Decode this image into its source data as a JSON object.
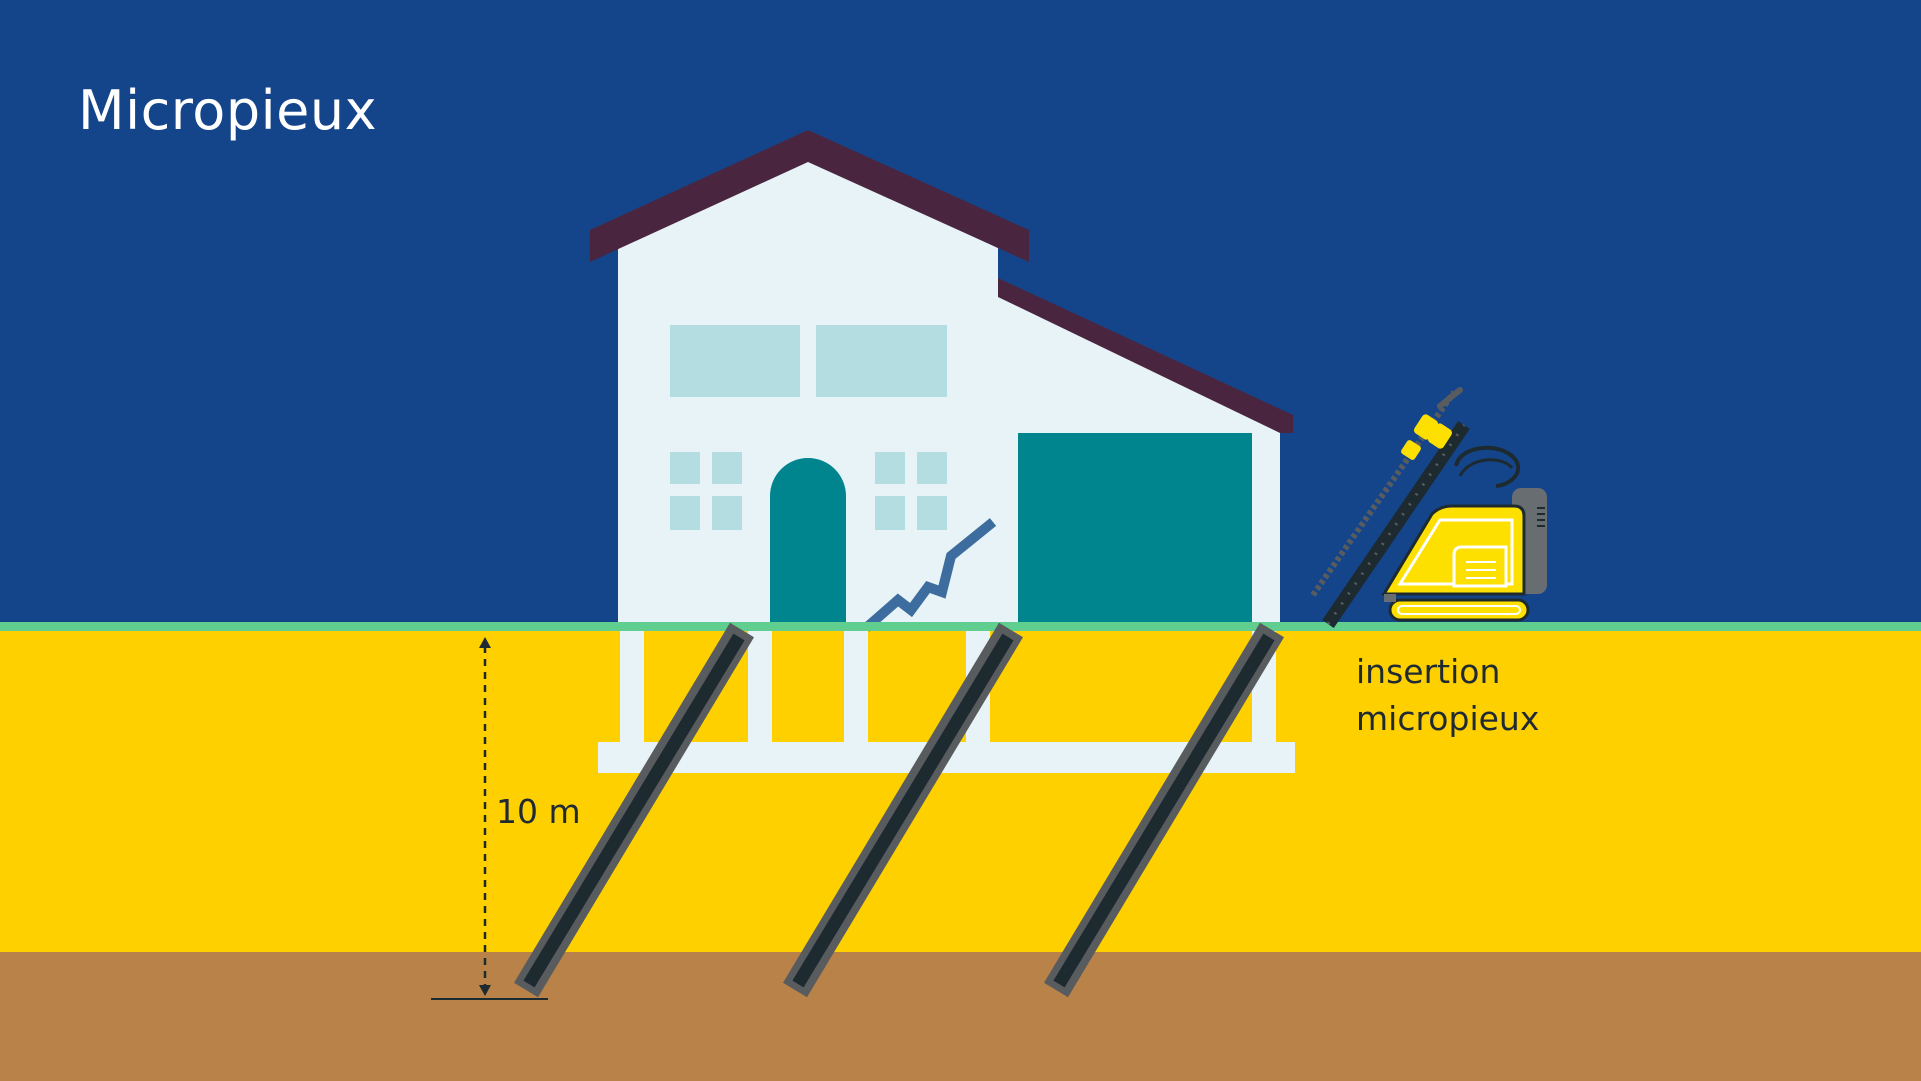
{
  "title": "Micropieux",
  "depth_label": "10 m",
  "insertion_label": {
    "line1": "insertion",
    "line2": "micropieux"
  },
  "colors": {
    "sky": "#14458a",
    "grass_line": "#5fce8f",
    "soil_upper": "#fed000",
    "soil_lower": "#b98248",
    "house_wall": "#e8f3f8",
    "roof": "#4a2540",
    "window": "#b4dde2",
    "door_and_garage": "#00848d",
    "crack": "#3c6d9e",
    "pile_outer": "#595c5f",
    "pile_inner": "#1d2a30",
    "drill_machine": "#fee000",
    "drill_machine_dark": "#686d72",
    "text_dark": "#1f2a33",
    "text_light": "#ffffff"
  }
}
